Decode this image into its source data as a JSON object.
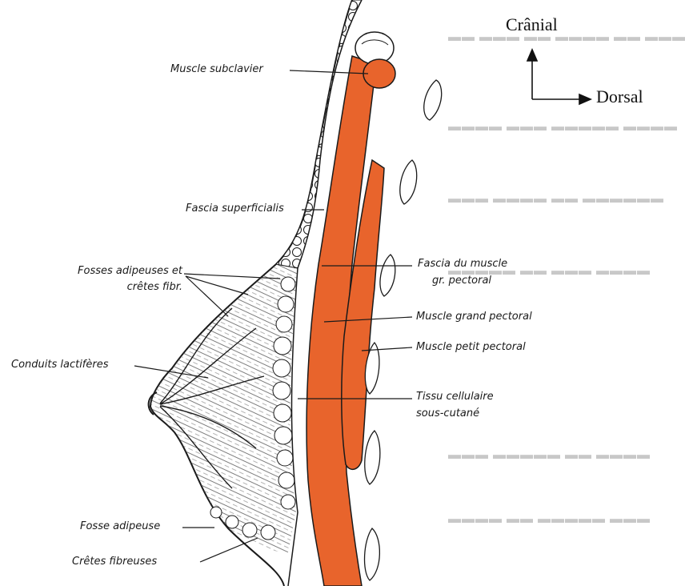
{
  "orientation": {
    "cranial": "Crânial",
    "dorsal": "Dorsal"
  },
  "labels": {
    "muscle_subclavier": "Muscle subclavier",
    "fascia_superficialis": "Fascia superficialis",
    "fosses_adipeuses_line1": "Fosses adipeuses et",
    "fosses_adipeuses_line2": "crêtes fibr.",
    "conduits_lactiferes": "Conduits lactifères",
    "fosse_adipeuse": "Fosse adipeuse",
    "cretes_fibreuses": "Crêtes fibreuses",
    "fascia_muscle_line1": "Fascia du muscle",
    "fascia_muscle_line2": "gr. pectoral",
    "muscle_grand_pectoral": "Muscle grand pectoral",
    "muscle_petit_pectoral": "Muscle petit pectoral",
    "tissu_cellulaire_line1": "Tissu cellulaire",
    "tissu_cellulaire_line2": "sous-cutané"
  },
  "colors": {
    "muscle": "#e8642c",
    "outline": "#1a1a1a",
    "bone": "#ffffff",
    "faded_background_text": "#c8c8c8"
  }
}
